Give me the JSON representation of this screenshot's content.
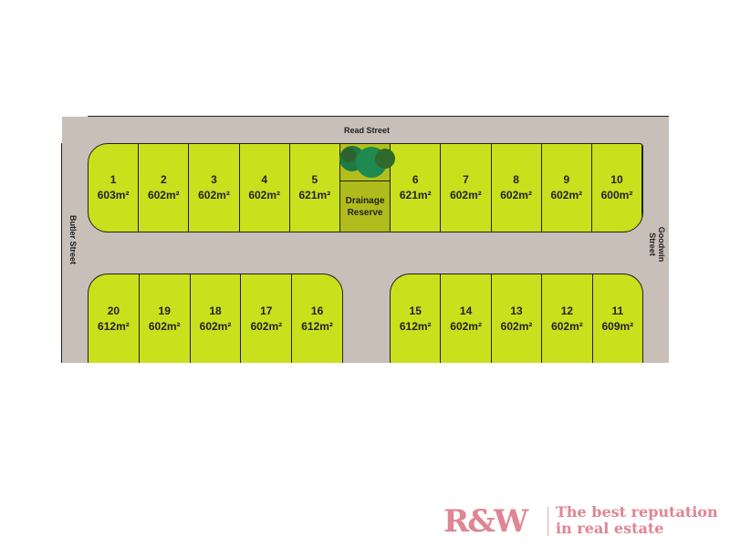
{
  "streets": {
    "top": "Read Street",
    "left": "Butler Street",
    "right": "Goodwin Street"
  },
  "top_lots": [
    {
      "number": "1",
      "area": "603m²"
    },
    {
      "number": "2",
      "area": "602m²"
    },
    {
      "number": "3",
      "area": "602m²"
    },
    {
      "number": "4",
      "area": "602m²"
    },
    {
      "number": "5",
      "area": "621m²"
    },
    {
      "drainage": "Drainage",
      "reserve": "Reserve"
    },
    {
      "number": "6",
      "area": "621m²"
    },
    {
      "number": "7",
      "area": "602m²"
    },
    {
      "number": "8",
      "area": "602m²"
    },
    {
      "number": "9",
      "area": "602m²"
    },
    {
      "number": "10",
      "area": "600m²"
    }
  ],
  "bottom_left_lots": [
    {
      "number": "20",
      "area": "612m²"
    },
    {
      "number": "19",
      "area": "602m²"
    },
    {
      "number": "18",
      "area": "602m²"
    },
    {
      "number": "17",
      "area": "602m²"
    },
    {
      "number": "16",
      "area": "612m²"
    }
  ],
  "bottom_right_lots": [
    {
      "number": "15",
      "area": "612m²"
    },
    {
      "number": "14",
      "area": "602m²"
    },
    {
      "number": "13",
      "area": "602m²"
    },
    {
      "number": "12",
      "area": "602m²"
    },
    {
      "number": "11",
      "area": "609m²"
    }
  ],
  "logo": {
    "brand": "R&W",
    "tagline_line1": "The best reputation",
    "tagline_line2": "in real estate"
  },
  "colors": {
    "lot": "#c9e01c",
    "drainage": "#b2bf1a",
    "road": "#c7bfb8",
    "brand": "#df8593"
  }
}
